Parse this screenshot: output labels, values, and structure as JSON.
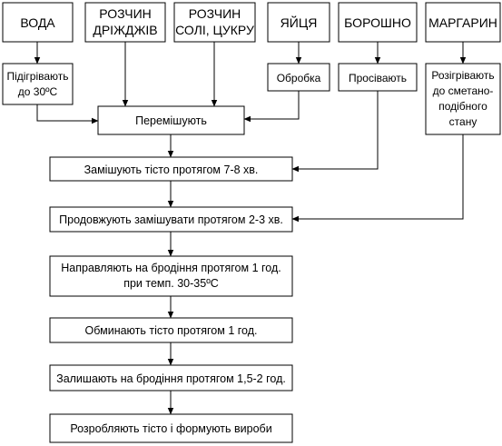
{
  "ingredients": {
    "water": "ВОДА",
    "yeast": [
      "РОЗЧИН",
      "ДРІЖДЖІВ"
    ],
    "salt_sugar": [
      "РОЗЧИН",
      "СОЛІ, ЦУКРУ"
    ],
    "eggs": "ЯЙЦЯ",
    "flour": "БОРОШНО",
    "margarine": "МАРГАРИН"
  },
  "prep": {
    "water": [
      "Підігрівають",
      "до 30ºС"
    ],
    "eggs": "Обробка",
    "flour": "Просівають",
    "margarine": [
      "Розігрівають",
      "до сметано-",
      "подібного",
      "стану"
    ]
  },
  "steps": {
    "mix": "Перемішують",
    "knead": "Замішують тісто протягом 7-8 хв.",
    "continue": "Продовжують замішувати протягом 2-3 хв.",
    "ferment": [
      "Направляють на  бродіння протягом 1 год.",
      "при темп. 30-35ºС"
    ],
    "punch": "Обминають тісто протягом 1 год.",
    "rest": "Залишають на бродіння протягом 1,5-2 год.",
    "shape": "Розробляють тісто і формують вироби"
  }
}
